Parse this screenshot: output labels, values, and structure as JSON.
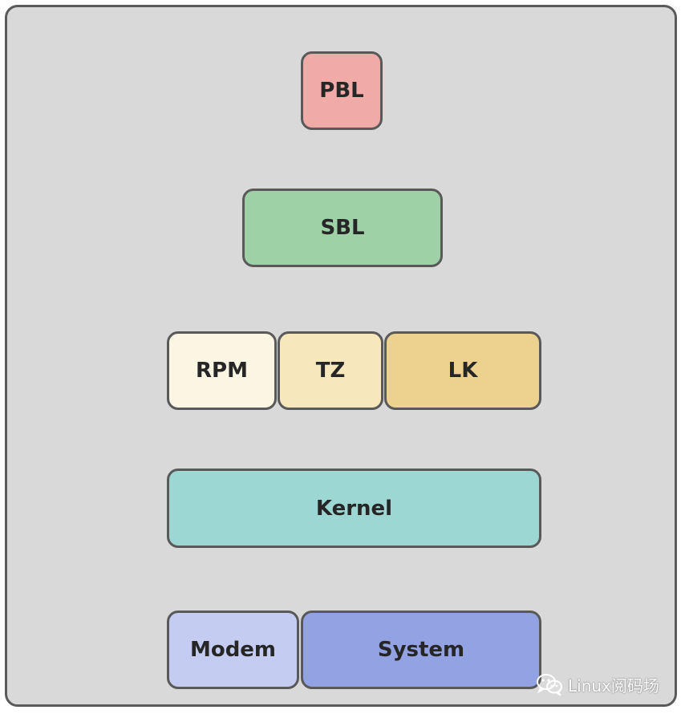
{
  "diagram": {
    "blocks": [
      {
        "id": "pbl",
        "label": "PBL",
        "color": "#f0aaa8"
      },
      {
        "id": "sbl",
        "label": "SBL",
        "color": "#9ed2a6"
      },
      {
        "id": "rpm",
        "label": "RPM",
        "color": "#fbf5e4"
      },
      {
        "id": "tz",
        "label": "TZ",
        "color": "#f6e7bc"
      },
      {
        "id": "lk",
        "label": "LK",
        "color": "#ecd28e"
      },
      {
        "id": "kernel",
        "label": "Kernel",
        "color": "#9cd7d4"
      },
      {
        "id": "modem",
        "label": "Modem",
        "color": "#c4ccf1"
      },
      {
        "id": "system",
        "label": "System",
        "color": "#92a2e2"
      }
    ],
    "background_color": "#d9d9d9",
    "border_color": "#595959"
  },
  "watermark": {
    "text": "Linux阅码场",
    "icon": "wechat-icon"
  }
}
